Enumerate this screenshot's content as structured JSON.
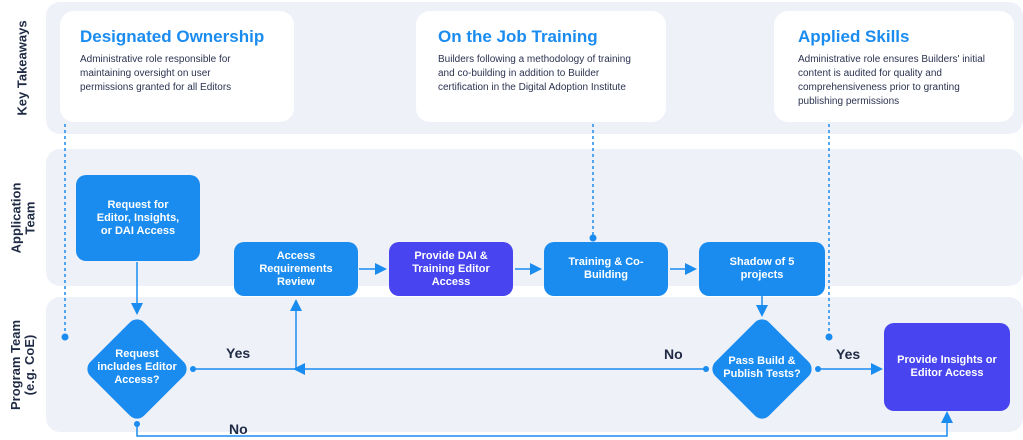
{
  "lanes": [
    {
      "label": "Key Takeaways"
    },
    {
      "label": "Application Team"
    },
    {
      "label": "Program Team (e.g. CoE)"
    }
  ],
  "takeaways": [
    {
      "title": "Designated Ownership",
      "text": "Administrative role responsible for maintaining oversight on user permissions granted for all Editors"
    },
    {
      "title": "On the Job Training",
      "text": "Builders following a methodology of training and co-building in addition to Builder certification in the Digital Adoption Institute"
    },
    {
      "title": "Applied Skills",
      "text": "Administrative role ensures Builders' initial content is audited for quality and comprehensiveness prior to granting publishing permissions"
    }
  ],
  "nodes": {
    "request": "Request for Editor, Insights, or DAI Access",
    "access_review": "Access Requirements Review",
    "provide_dai": "Provide DAI & Training Editor Access",
    "training": "Training & Co-Building",
    "shadow": "Shadow of 5 projects",
    "decision_editor": "Request includes Editor Access?",
    "decision_tests": "Pass Build & Publish Tests?",
    "provide_access": "Provide Insights or Editor Access"
  },
  "edge_labels": {
    "yes1": "Yes",
    "no1": "No",
    "yes2": "Yes",
    "no2": "No"
  },
  "colors": {
    "blue": "#1a8cf0",
    "purple": "#4744f0",
    "lane": "#eef1f7"
  }
}
